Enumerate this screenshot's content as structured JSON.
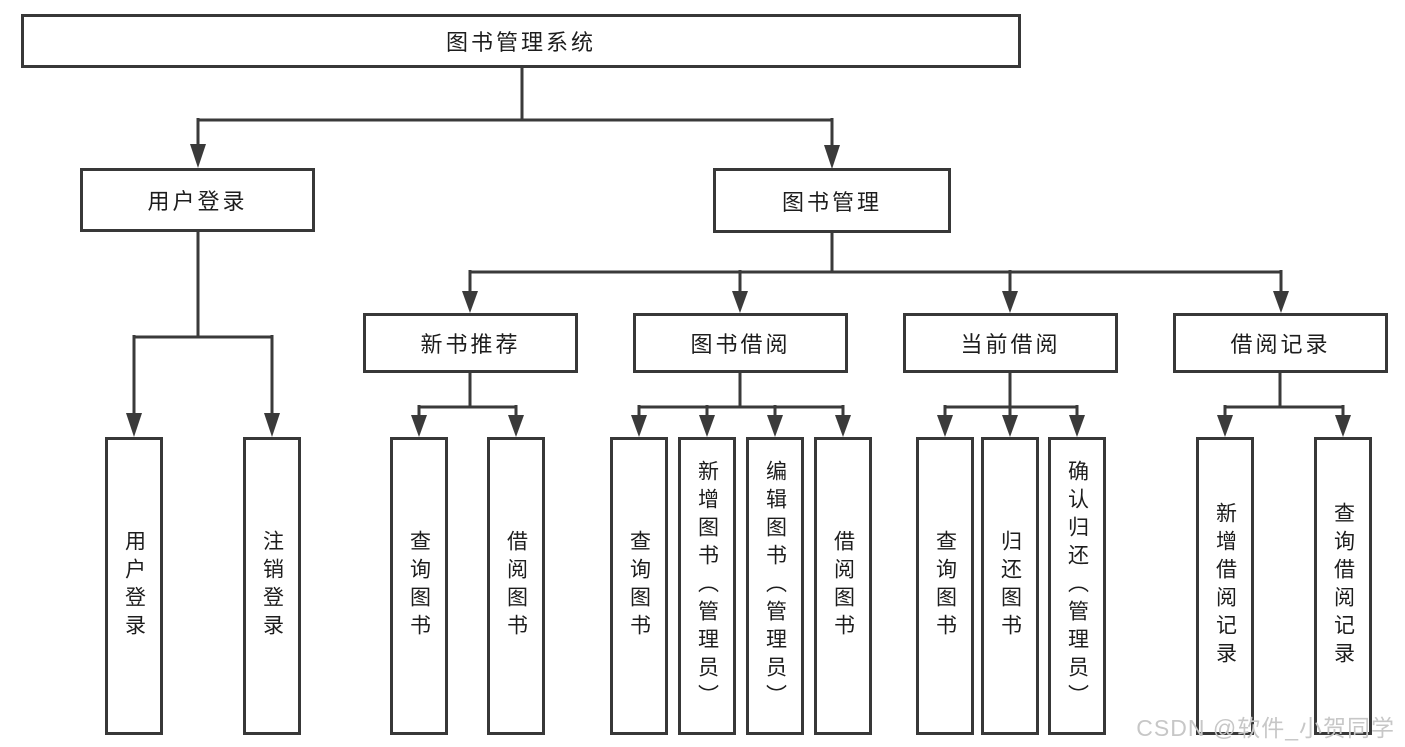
{
  "diagram": {
    "root": {
      "label": "图书管理系统"
    },
    "branches": [
      {
        "label": "用户登录",
        "children": [
          {
            "label": "用户登录"
          },
          {
            "label": "注销登录"
          }
        ]
      },
      {
        "label": "图书管理",
        "sections": [
          {
            "label": "新书推荐",
            "children": [
              {
                "label": "查询图书"
              },
              {
                "label": "借阅图书"
              }
            ]
          },
          {
            "label": "图书借阅",
            "children": [
              {
                "label": "查询图书"
              },
              {
                "label": "新增图书（管理员）"
              },
              {
                "label": "编辑图书（管理员）"
              },
              {
                "label": "借阅图书"
              }
            ]
          },
          {
            "label": "当前借阅",
            "children": [
              {
                "label": "查询图书"
              },
              {
                "label": "归还图书"
              },
              {
                "label": "确认归还（管理员）"
              }
            ]
          },
          {
            "label": "借阅记录",
            "children": [
              {
                "label": "新增借阅记录"
              },
              {
                "label": "查询借阅记录"
              }
            ]
          }
        ]
      }
    ]
  },
  "watermark": "CSDN @软件_小贺同学",
  "colors": {
    "line": "#3a3a3a",
    "box_border": "#383838",
    "text": "#1d1d1d",
    "watermark": "#c7c7c7",
    "background": "#ffffff"
  }
}
